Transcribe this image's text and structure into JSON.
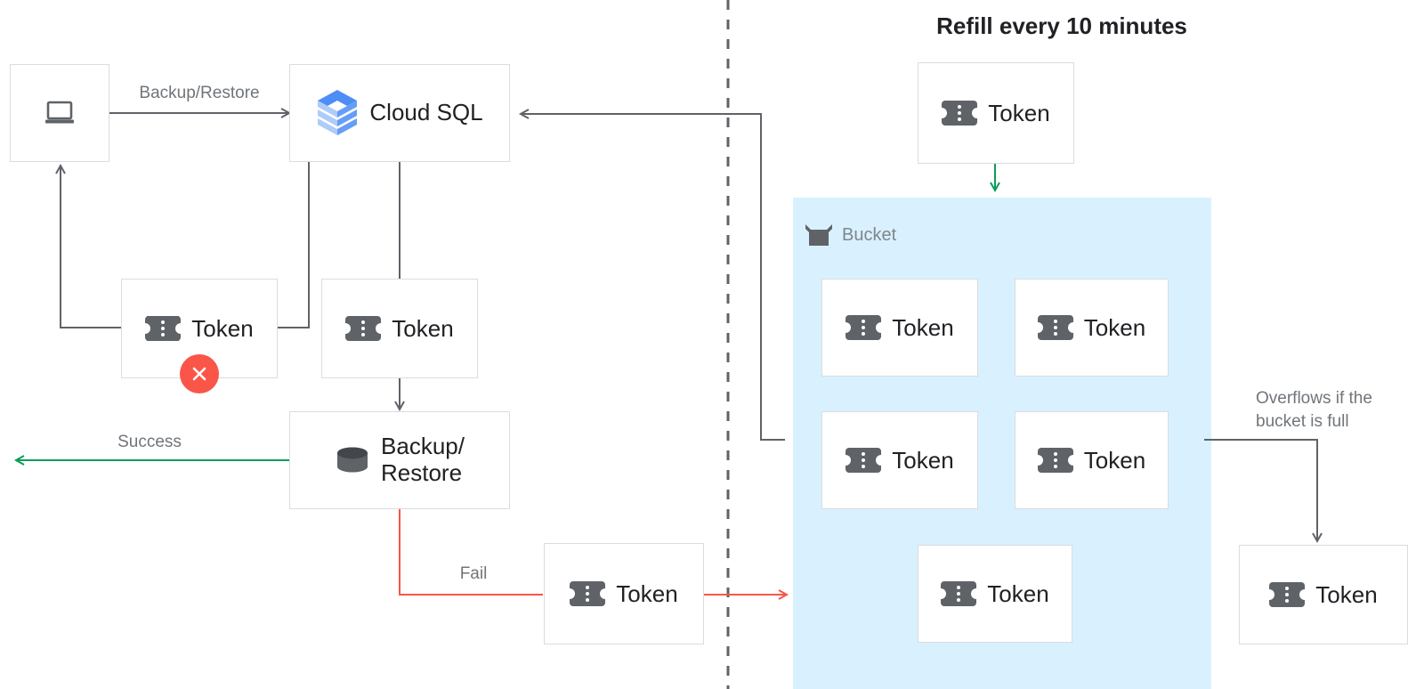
{
  "diagram": {
    "title": "Refill every 10 minutes",
    "colors": {
      "bucket_fill": "#d9f1fe",
      "success_green": "#0a9d55",
      "fail_red": "#fa5549",
      "wire_gray": "#5f6368",
      "box_border": "#dadce0",
      "cloudsql_blue": "#4c8df6",
      "token_gray": "#5f6368",
      "error_badge": "#fa5549"
    },
    "nodes": {
      "client": {
        "label": "",
        "icon": "laptop-icon"
      },
      "cloud_sql": {
        "label": "Cloud SQL",
        "icon": "cloud-sql-icon"
      },
      "token_failed": {
        "label": "Token",
        "icon": "token-icon",
        "badge": "error-x-icon"
      },
      "token_consumed": {
        "label": "Token",
        "icon": "token-icon"
      },
      "backup_restore": {
        "label": "Backup/\nRestore",
        "icon": "database-icon"
      },
      "token_returned": {
        "label": "Token",
        "icon": "token-icon"
      },
      "token_refill": {
        "label": "Token",
        "icon": "token-icon"
      },
      "token_overflow": {
        "label": "Token",
        "icon": "token-icon"
      }
    },
    "bucket": {
      "tag_label": "Bucket",
      "tag_icon": "bucket-icon",
      "tokens": [
        {
          "label": "Token",
          "icon": "token-icon"
        },
        {
          "label": "Token",
          "icon": "token-icon"
        },
        {
          "label": "Token",
          "icon": "token-icon"
        },
        {
          "label": "Token",
          "icon": "token-icon"
        },
        {
          "label": "Token",
          "icon": "token-icon"
        }
      ]
    },
    "edge_labels": {
      "backup_restore": "Backup/Restore",
      "success": "Success",
      "fail": "Fail",
      "overflow": "Overflows if the\nbucket is full"
    }
  }
}
